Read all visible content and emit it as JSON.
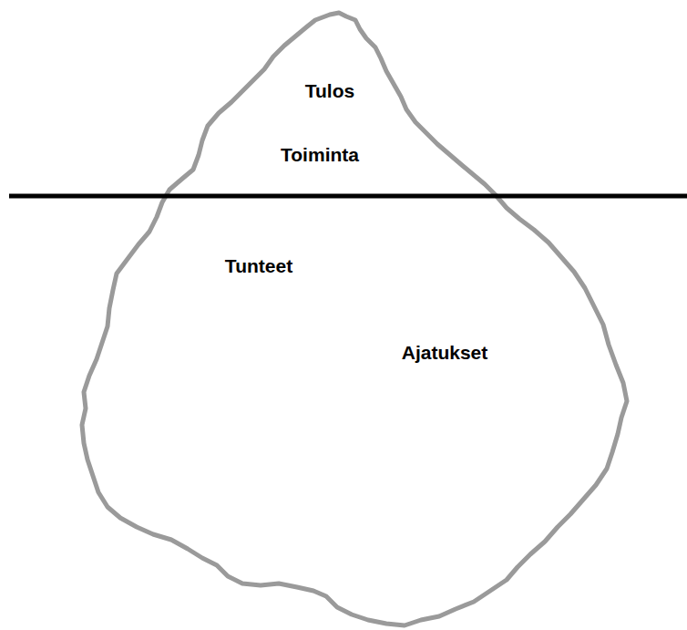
{
  "diagram": {
    "labels": [
      "Tulos",
      "Toiminta",
      "Tunteet",
      "Ajatukset"
    ]
  }
}
